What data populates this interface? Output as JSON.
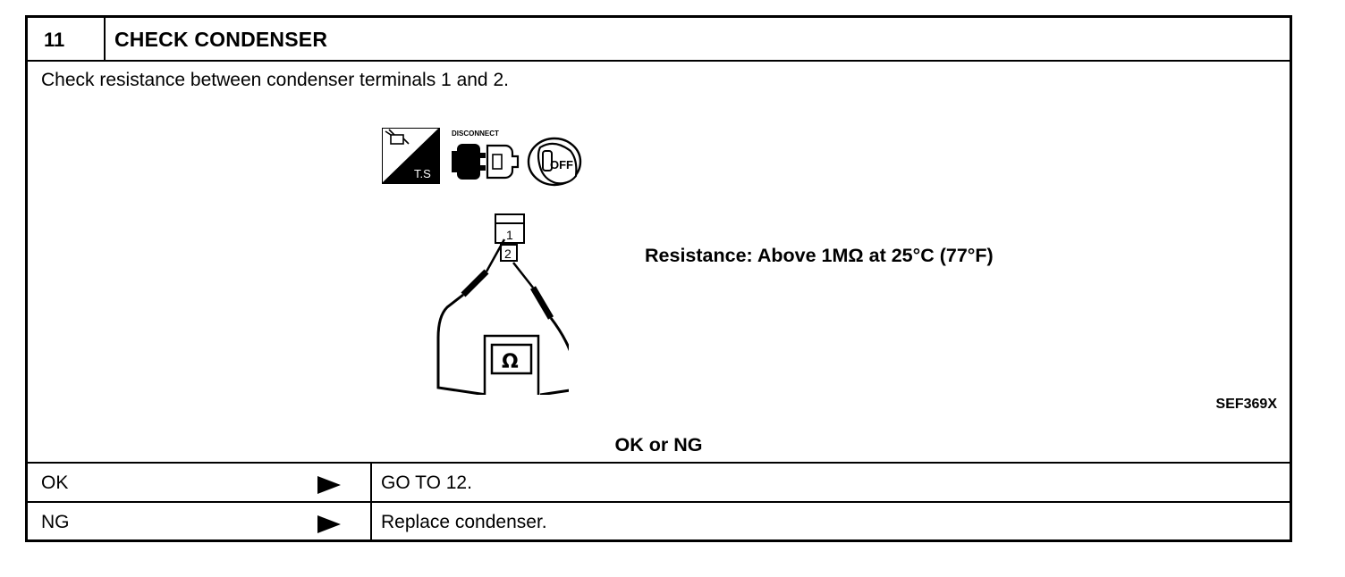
{
  "step": {
    "number": "11",
    "title": "CHECK CONDENSER"
  },
  "instruction": "Check resistance between condenser terminals 1 and 2.",
  "icons": {
    "tester_label": "T.S",
    "disconnect_label": "DISCONNECT",
    "ignition_label": "OFF"
  },
  "diagram": {
    "terminal_1": "1",
    "terminal_2": "2",
    "meter_symbol": "Ω"
  },
  "specification": "Resistance: Above 1MΩ at 25°C (77°F)",
  "figure_ref": "SEF369X",
  "decision_title": "OK or NG",
  "results": [
    {
      "result": "OK",
      "action": "GO TO 12."
    },
    {
      "result": "NG",
      "action": "Replace condenser."
    }
  ]
}
